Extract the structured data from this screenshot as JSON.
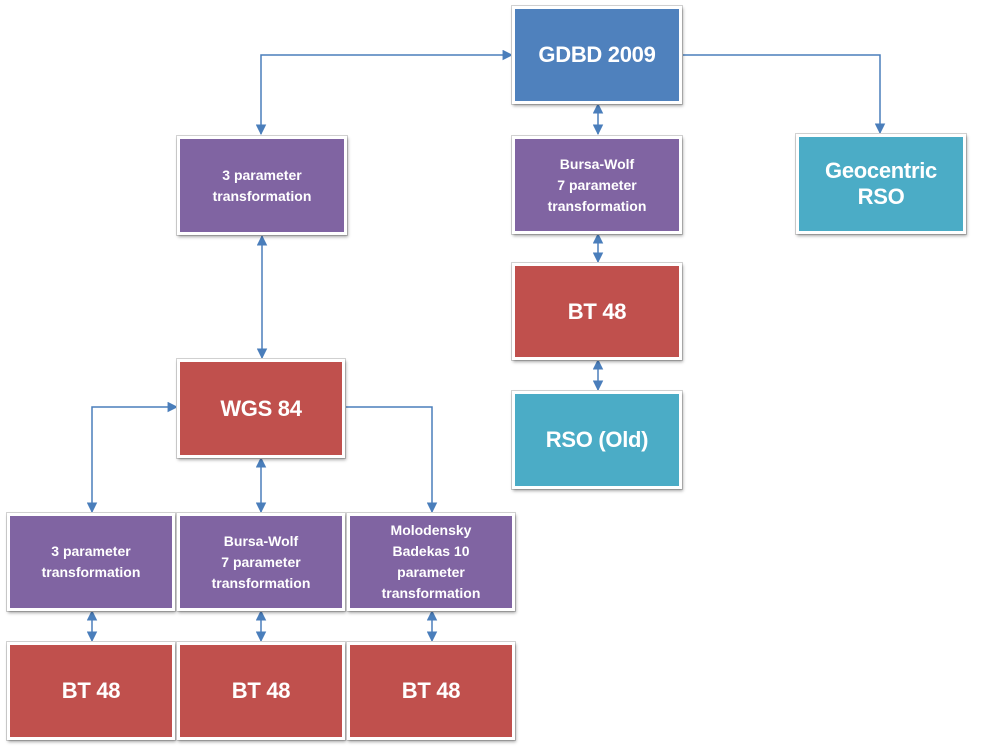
{
  "nodes": {
    "gdbd": "GDBD 2009",
    "tr_3p_top": "3 parameter\ntransformation",
    "tr_bw_top": "Bursa-Wolf\n7 parameter\ntransformation",
    "geo_rso": "Geocentric\nRSO",
    "bt48_top": "BT 48",
    "rso_old": "RSO (Old)",
    "wgs84": "WGS 84",
    "tr_3p_bottom": "3 parameter\ntransformation",
    "tr_bw_bottom": "Bursa-Wolf\n7 parameter\ntransformation",
    "tr_mb_bottom": "Molodensky\nBadekas 10\nparameter\ntransformation",
    "bt48_left": "BT 48",
    "bt48_mid": "BT 48",
    "bt48_right": "BT 48"
  },
  "colors": {
    "blue": "#4f81bd",
    "purple": "#8064a2",
    "red": "#c0504d",
    "teal": "#4bacc6",
    "connector": "#4a7ebb"
  }
}
